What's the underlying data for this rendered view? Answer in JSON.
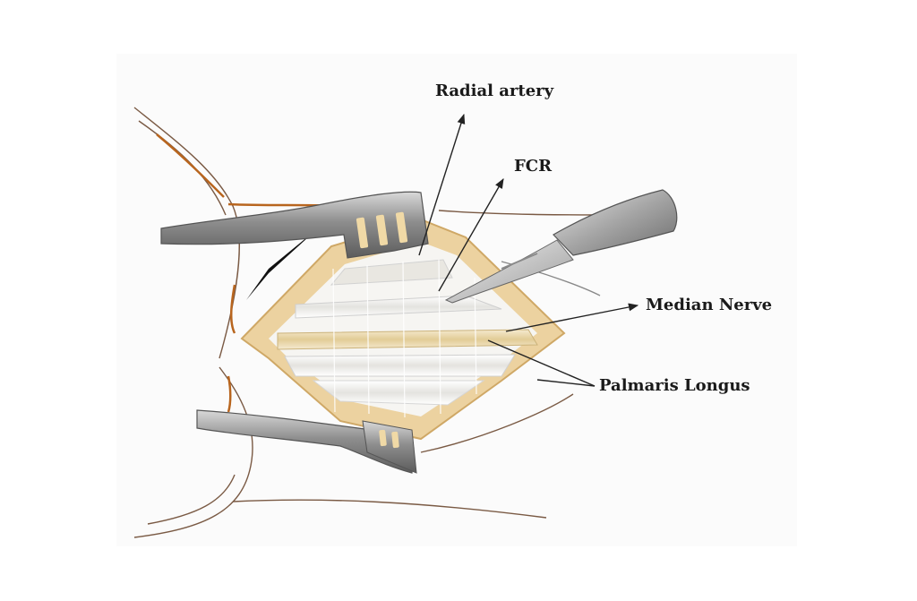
{
  "labels": {
    "radial_artery": "Radial artery",
    "fcr": "FCR",
    "median_nerve": "Median Nerve",
    "palmaris_longus": "Palmaris Longus"
  },
  "colors": {
    "fat": "#ecd2a0",
    "fat_edge": "#cfa866",
    "tendon": "#f2f1ee",
    "nerve": "#e8d6a6",
    "steel": "#9a9a9a",
    "skin_line": "#8a5a3a",
    "vessel": "#b8651e",
    "pointer": "#222222"
  }
}
